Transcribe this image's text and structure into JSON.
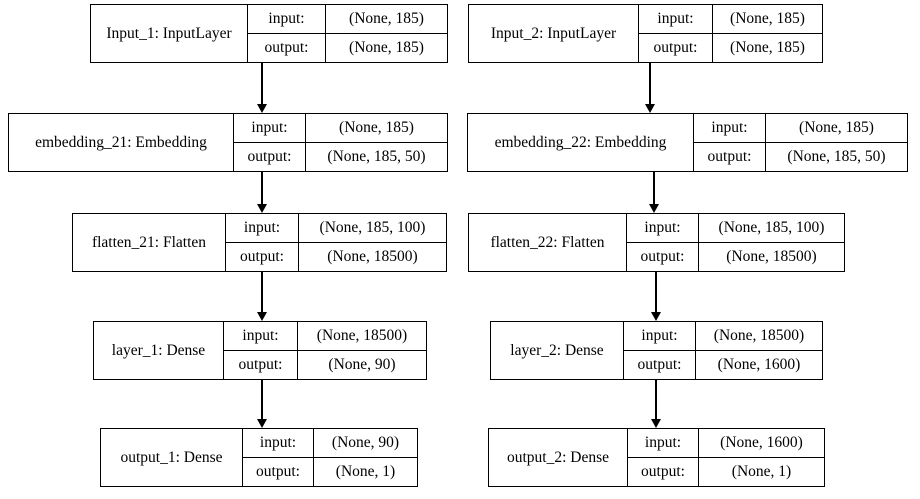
{
  "diagram": {
    "type": "keras-model-architecture",
    "colors": {
      "background": "#ffffff",
      "node_border": "#000000",
      "text": "#000000",
      "arrow": "#000000"
    },
    "labels": {
      "input": "input:",
      "output": "output:"
    },
    "nodes": [
      {
        "id": "Input_1",
        "label": "Input_1: InputLayer",
        "input_shape": "(None, 185)",
        "output_shape": "(None, 185)"
      },
      {
        "id": "embedding_21",
        "label": "embedding_21: Embedding",
        "input_shape": "(None, 185)",
        "output_shape": "(None, 185, 50)"
      },
      {
        "id": "flatten_21",
        "label": "flatten_21: Flatten",
        "input_shape": "(None, 185, 100)",
        "output_shape": "(None, 18500)"
      },
      {
        "id": "layer_1",
        "label": "layer_1: Dense",
        "input_shape": "(None, 18500)",
        "output_shape": "(None, 90)"
      },
      {
        "id": "output_1",
        "label": "output_1: Dense",
        "input_shape": "(None, 90)",
        "output_shape": "(None, 1)"
      },
      {
        "id": "Input_2",
        "label": "Input_2: InputLayer",
        "input_shape": "(None, 185)",
        "output_shape": "(None, 185)"
      },
      {
        "id": "embedding_22",
        "label": "embedding_22: Embedding",
        "input_shape": "(None, 185)",
        "output_shape": "(None, 185, 50)"
      },
      {
        "id": "flatten_22",
        "label": "flatten_22: Flatten",
        "input_shape": "(None, 185, 100)",
        "output_shape": "(None, 18500)"
      },
      {
        "id": "layer_2",
        "label": "layer_2: Dense",
        "input_shape": "(None, 18500)",
        "output_shape": "(None, 1600)"
      },
      {
        "id": "output_2",
        "label": "output_2: Dense",
        "input_shape": "(None, 1600)",
        "output_shape": "(None, 1)"
      }
    ],
    "edges": [
      {
        "from": "Input_1",
        "to": "embedding_21"
      },
      {
        "from": "embedding_21",
        "to": "flatten_21"
      },
      {
        "from": "flatten_21",
        "to": "layer_1"
      },
      {
        "from": "layer_1",
        "to": "output_1"
      },
      {
        "from": "Input_2",
        "to": "embedding_22"
      },
      {
        "from": "embedding_22",
        "to": "flatten_22"
      },
      {
        "from": "flatten_22",
        "to": "layer_2"
      },
      {
        "from": "layer_2",
        "to": "output_2"
      }
    ]
  }
}
